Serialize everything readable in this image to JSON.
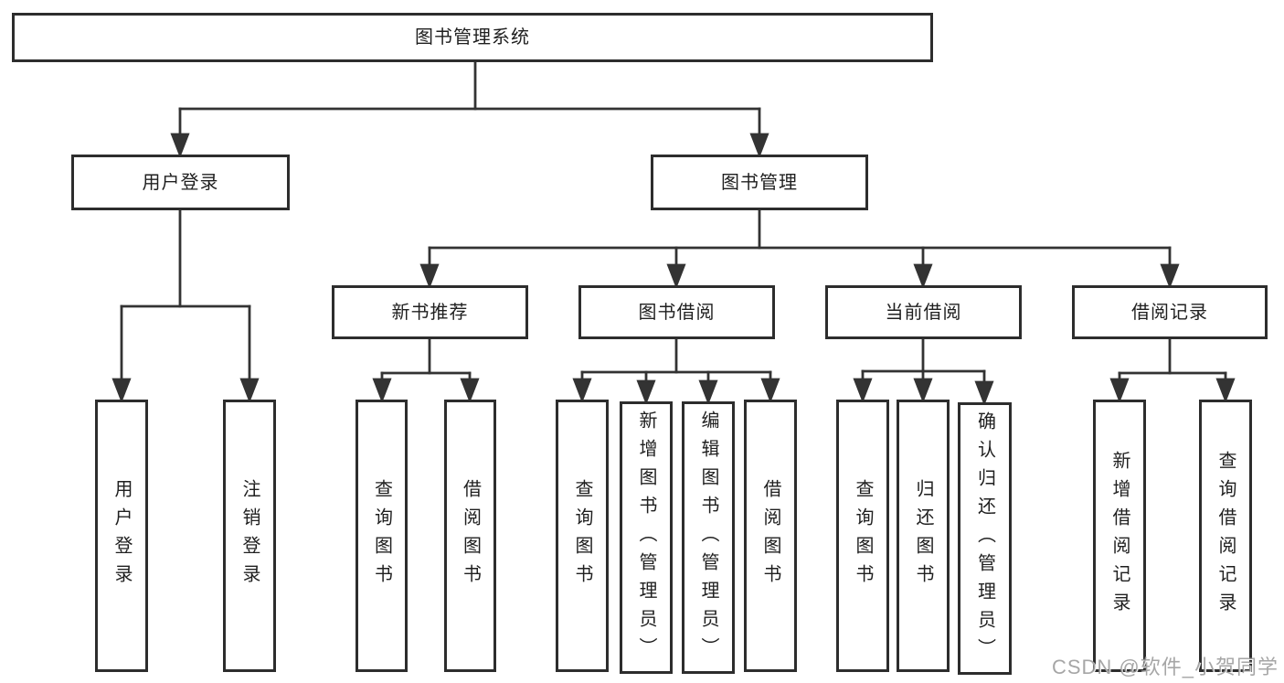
{
  "tree": {
    "root": "图书管理系统",
    "children": [
      {
        "label": "用户登录",
        "children": [
          "用户登录",
          "注销登录"
        ]
      },
      {
        "label": "图书管理",
        "children": [
          {
            "label": "新书推荐",
            "children": [
              "查询图书",
              "借阅图书"
            ]
          },
          {
            "label": "图书借阅",
            "children": [
              "查询图书",
              "新增图书（管理员）",
              "编辑图书（管理员）",
              "借阅图书"
            ]
          },
          {
            "label": "当前借阅",
            "children": [
              "查询图书",
              "归还图书",
              "确认归还（管理员）"
            ]
          },
          {
            "label": "借阅记录",
            "children": [
              "新增借阅记录",
              "查询借阅记录"
            ]
          }
        ]
      }
    ]
  },
  "watermark": {
    "text": "CSDN @软件_小贺同学"
  },
  "colors": {
    "line": "#333333",
    "box_border": "#2d2d2d",
    "text": "#1f1f1f",
    "background": "#ffffff",
    "watermark": "#969696"
  }
}
